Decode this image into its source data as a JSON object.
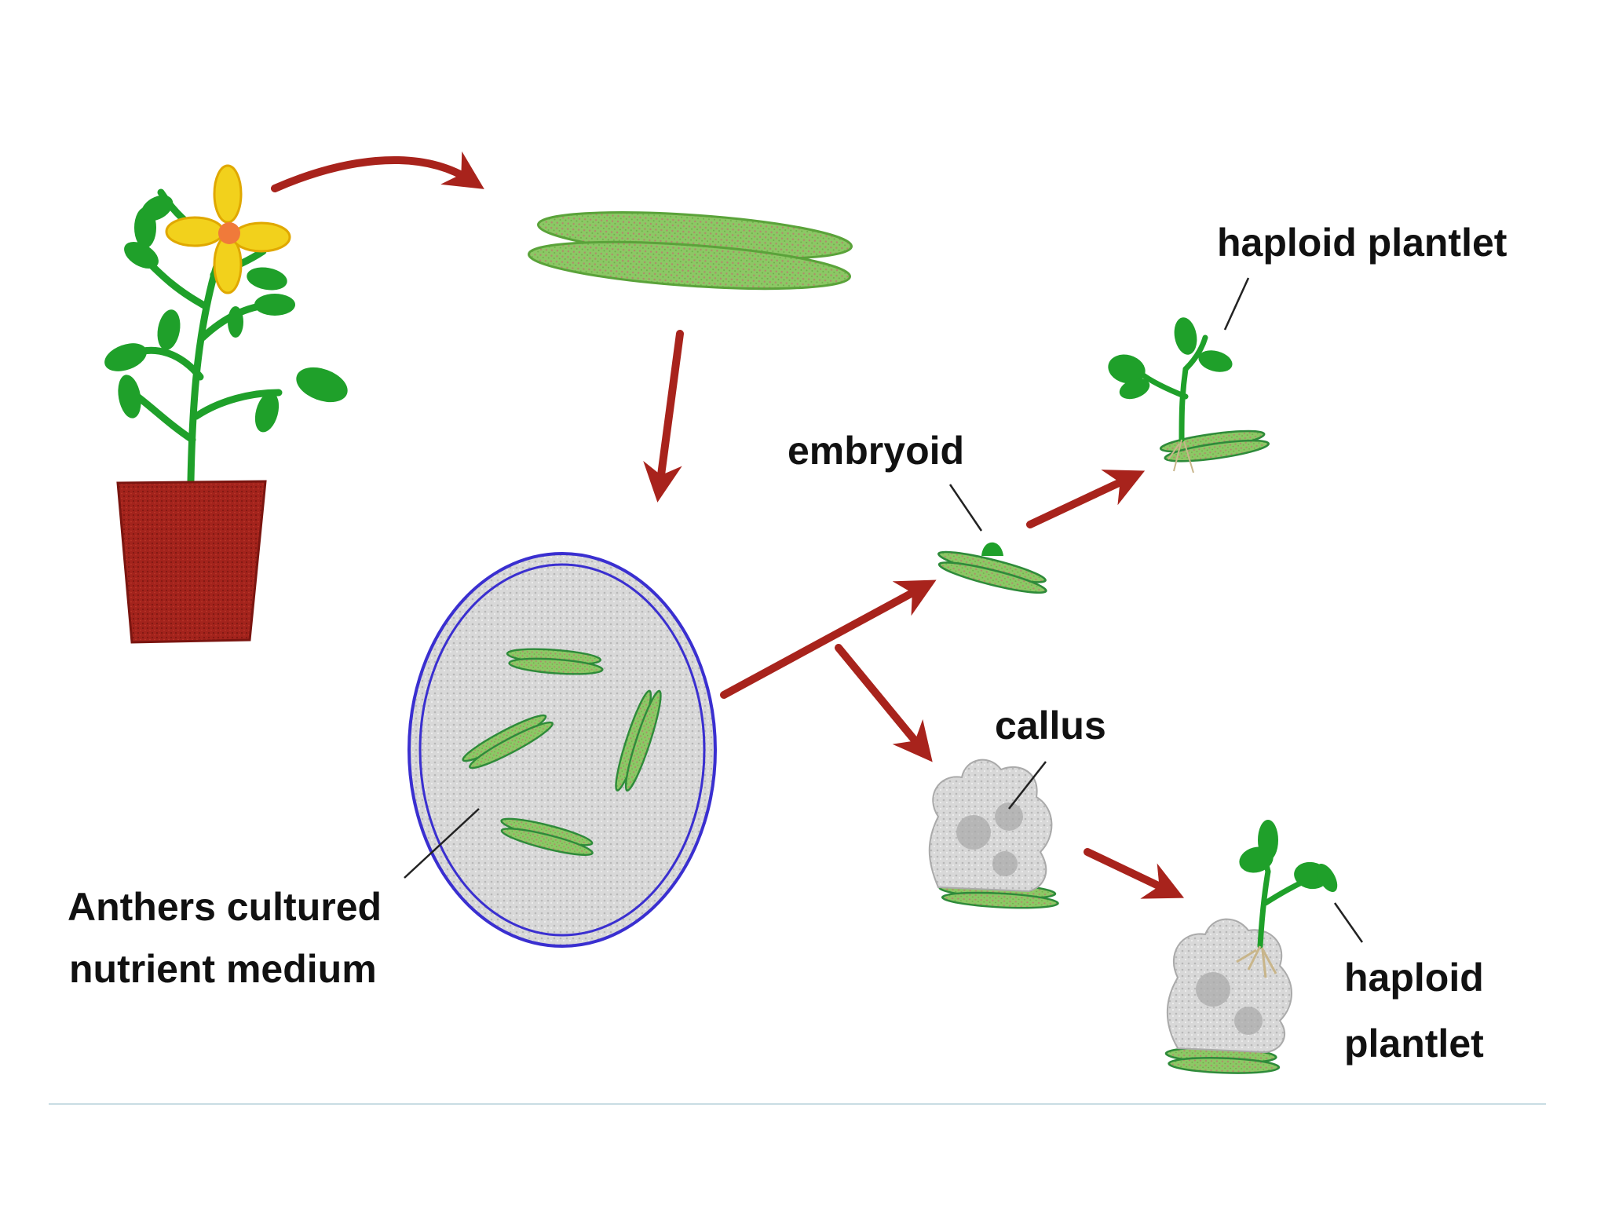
{
  "labels": {
    "haploid_plantlet_top": "haploid plantlet",
    "embryoid": "embryoid",
    "callus": "callus",
    "anthers_line1": "Anthers cultured",
    "anthers_line2": "nutrient medium",
    "haploid_line1": "haploid",
    "haploid_line2": "plantlet"
  },
  "colors": {
    "arrow": "#a8231c",
    "leaf": "#1fa02a",
    "anther": "#8cc865",
    "anther_edge": "#2e8b3a",
    "flower": "#f2d11c",
    "pot": "#a3231c",
    "dish": "#3a2fd0",
    "medium": "#d4d4d4",
    "callus": "#c4c4c4"
  },
  "icons": [
    "flowering-plant-icon",
    "flower-icon",
    "flower-pot-icon",
    "petri-dish-icon",
    "callus-icon",
    "plantlet-icon",
    "anther-icon",
    "arrow-icon"
  ]
}
